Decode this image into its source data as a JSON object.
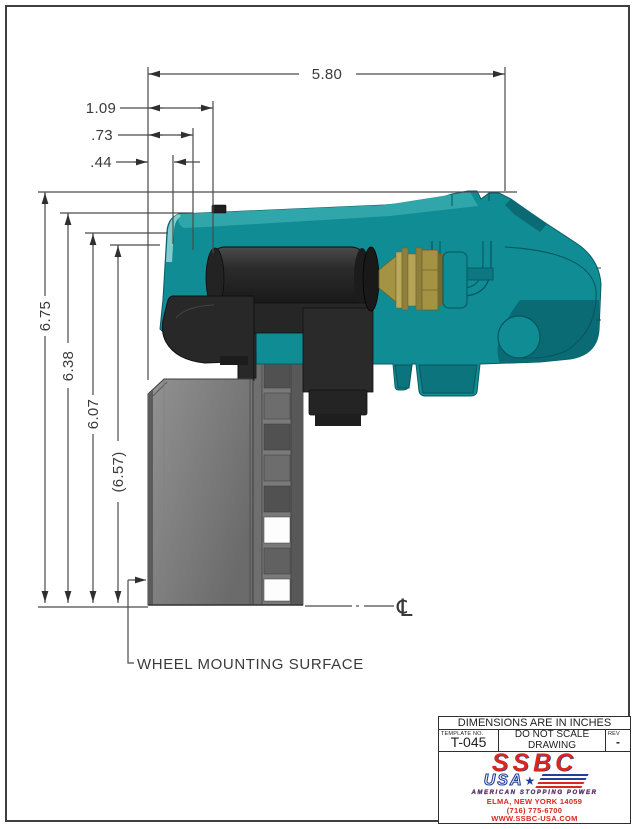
{
  "drawing": {
    "dims": {
      "width_overall": "5.80",
      "width_step1": "1.09",
      "width_step2": ".73",
      "width_step3": ".44",
      "height_overall": "6.75",
      "height_2": "6.38",
      "height_3": "6.07",
      "height_ref": "(6.57)"
    },
    "labels": {
      "wheel_mounting_surface": "WHEEL MOUNTING SURFACE",
      "centerline_symbol": "℄"
    },
    "colors": {
      "caliper_teal": "#0f8c94",
      "caliper_teal_light": "#31a6aa",
      "caliper_teal_dark": "#0a6b74",
      "bracket_black": "#2b2b2b",
      "adjuster_brass": "#a59344",
      "rotor_gray": "#7a7a7a",
      "dimension_line": "#4a4a4a"
    }
  },
  "title_block": {
    "units_note": "DIMENSIONS ARE IN INCHES",
    "template_label": "TEMPLATE NO.",
    "template_no": "T-045",
    "scale_note_line1": "DO NOT SCALE",
    "scale_note_line2": "DRAWING",
    "rev_label": "REV",
    "rev_value": "-",
    "logo": {
      "brand": "SSBC",
      "sub_brand": "USA",
      "star": "★",
      "tagline": "AMERICAN STOPPING POWER",
      "address": "ELMA, NEW YORK 14059",
      "phone": "(716) 775-6700",
      "website": "WWW.SSBC-USA.COM",
      "red": "#d6281e",
      "blue": "#21409a"
    }
  }
}
